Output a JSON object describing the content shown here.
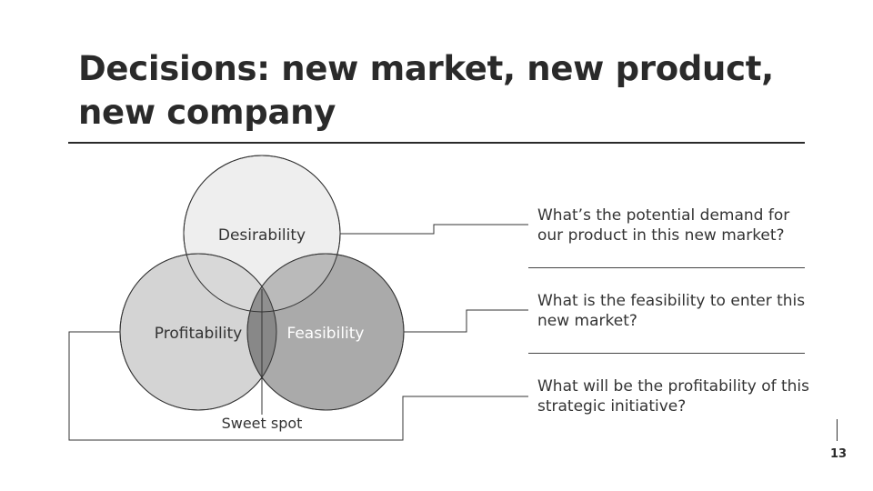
{
  "slide": {
    "title": "Decisions: new market, new product, new company",
    "page_number": "13"
  },
  "diagram": {
    "circles": {
      "desirability": {
        "label": "Desirability",
        "color": "#eeeeee"
      },
      "profitability": {
        "label": "Profitability",
        "color": "#cccccc"
      },
      "feasibility": {
        "label": "Feasibility",
        "color": "#a3a3a3"
      }
    },
    "sweet_spot_label": "Sweet spot",
    "outline_color": "#333333"
  },
  "questions": [
    {
      "text": "What’s the potential demand for our product in this new market?"
    },
    {
      "text": "What is the feasibility to enter this new market?"
    },
    {
      "text": "What will be the profitability of this strategic initiative?"
    }
  ]
}
